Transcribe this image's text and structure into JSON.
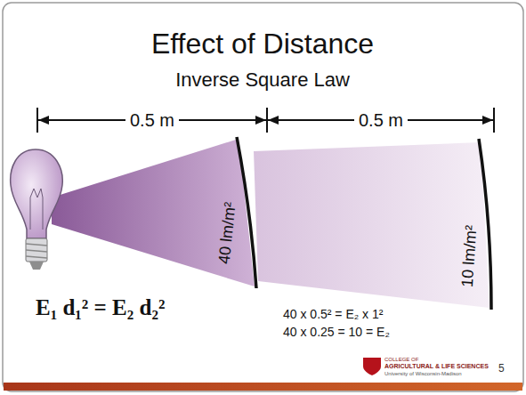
{
  "diagram": {
    "title": "Effect of Distance",
    "labels": [
      "Inverse Square Law",
      "0.5 m",
      "0.5 m",
      "40 lm/m²",
      "10 lm/m²",
      "E₁ d₁² = E₂ d₂²",
      "40 x 0.5² = E₂ x 1²",
      "40 x 0.25 = 10 = E₂",
      "COLLEGE OF",
      "AGRICULTURAL & LIFE SCIENCES",
      "University of Wisconsin-Madison",
      "5"
    ]
  }
}
